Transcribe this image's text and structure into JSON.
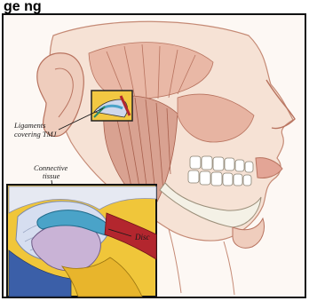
{
  "header": {
    "text": "ge     ng"
  },
  "labels": {
    "ligaments_line1": "Ligaments",
    "ligaments_line2": "covering TMJ",
    "connective_line1": "Connective",
    "connective_line2": "tissue",
    "disc": "Disc"
  },
  "colors": {
    "skin": "#f6e2d5",
    "muscle": "#d9a291",
    "muscle_line": "#b8735f",
    "bone": "#f4f1e6",
    "inset_bg": "#f0c63a",
    "inset_border": "#141414",
    "disc": "#4aa3c8",
    "cartilage": "#cfd8ec",
    "ligament_red": "#b3262e",
    "frame": "#111111"
  },
  "icons": {
    "ligament_zoom": "tmj-zoom-marker",
    "leader_line": "label-leader-line"
  }
}
